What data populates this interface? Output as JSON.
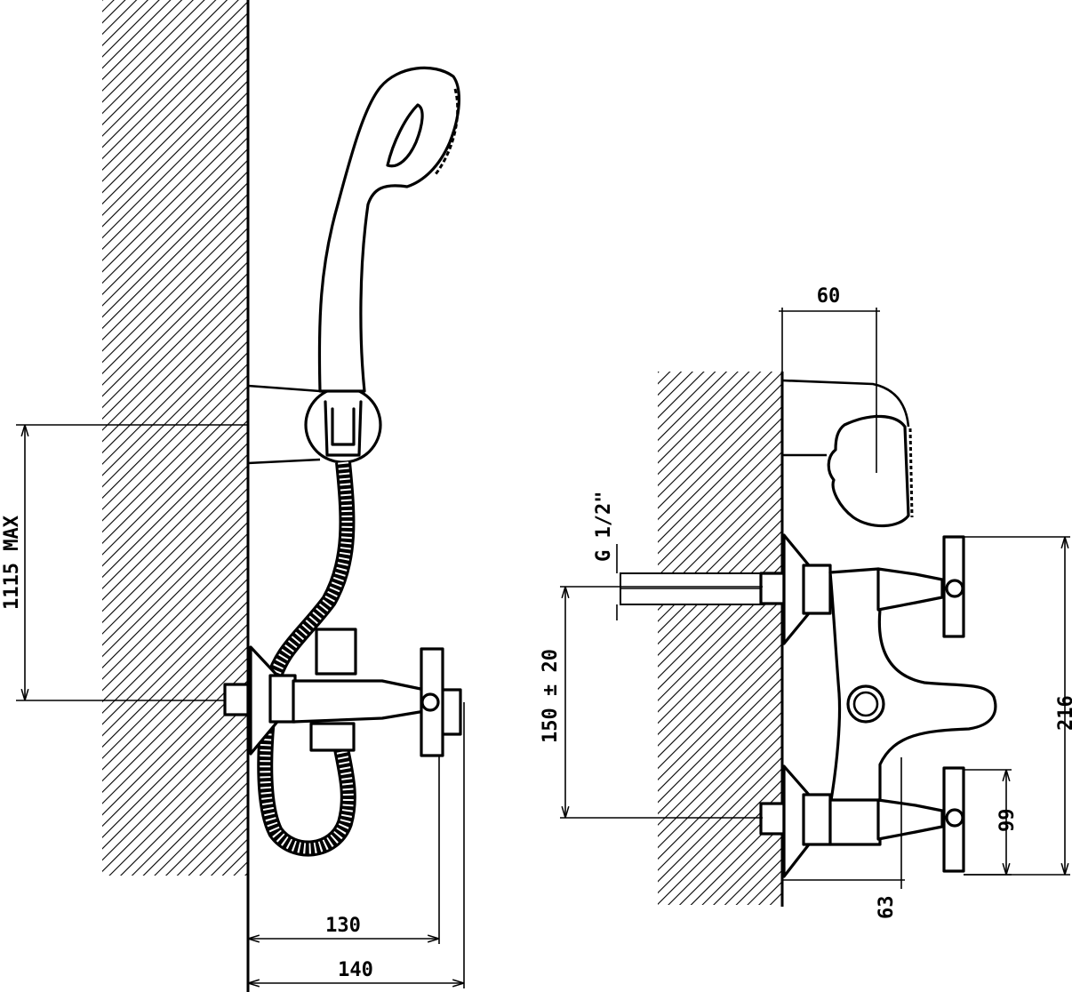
{
  "dimensions": {
    "side_view": {
      "height_max": "1115 MAX",
      "depth_short": "130",
      "depth_long": "140"
    },
    "front_view": {
      "shower_head_width": "60",
      "thread": "G 1/2\"",
      "center_distance": "150 ± 20",
      "overall_height": "216",
      "handle_offset": "99",
      "outlet_offset": "63"
    }
  }
}
